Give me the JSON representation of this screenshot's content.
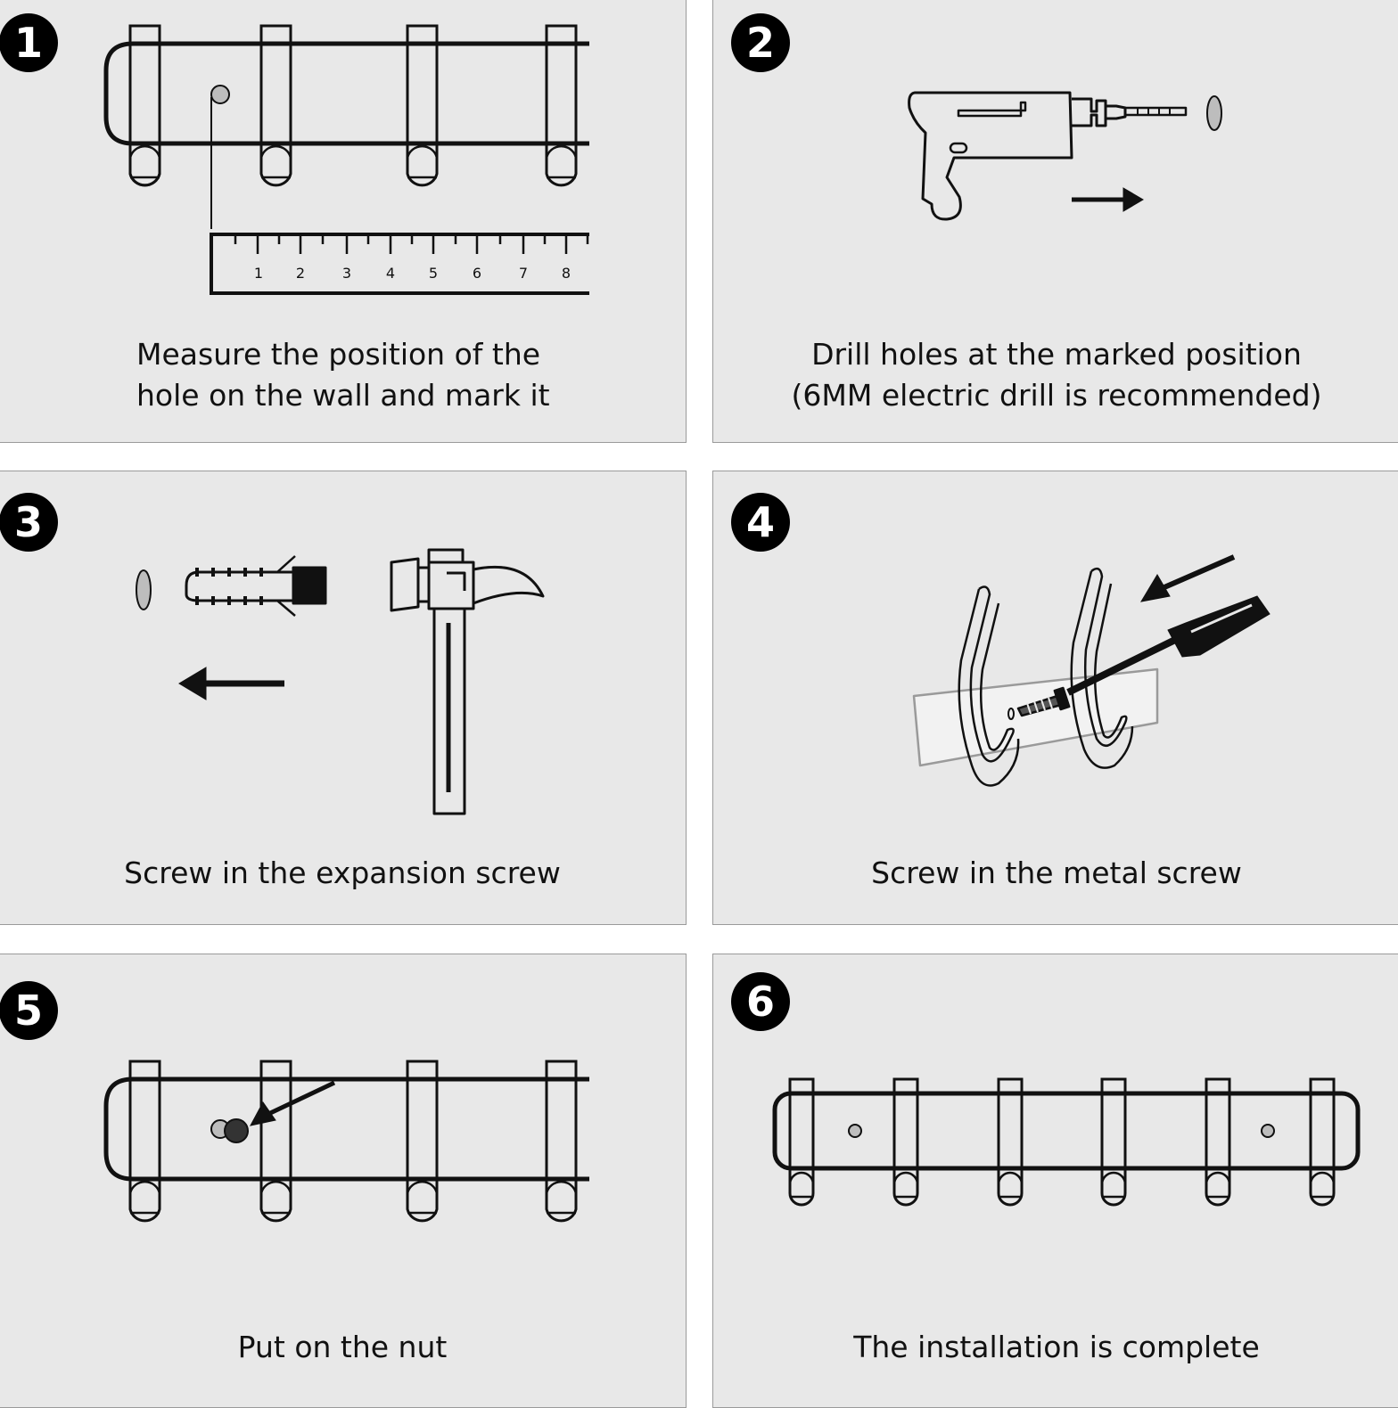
{
  "steps": [
    {
      "number": "1",
      "caption": "Measure the position of the\nhole on the wall and mark it"
    },
    {
      "number": "2",
      "caption": "Drill holes at the marked position\n(6MM electric drill is recommended)"
    },
    {
      "number": "3",
      "caption": "Screw in the expansion screw"
    },
    {
      "number": "4",
      "caption": "Screw in the metal screw"
    },
    {
      "number": "5",
      "caption": "Put on the nut"
    },
    {
      "number": "6",
      "caption": "The installation is complete"
    }
  ],
  "ruler": {
    "ticks": [
      "1",
      "2",
      "3",
      "4",
      "5",
      "6",
      "7",
      "8"
    ]
  },
  "colors": {
    "panel_bg": "#e8e8e8",
    "panel_border": "#9a9a9a",
    "ink": "#111111",
    "badge": "#000000"
  }
}
